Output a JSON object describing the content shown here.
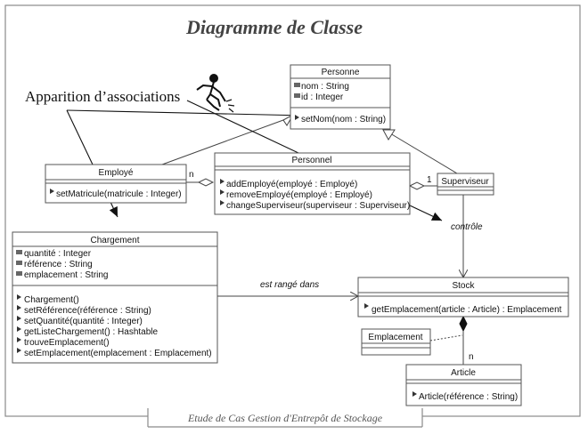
{
  "title": "Diagramme de Classe",
  "footer": "Etude de Cas Gestion d'Entrepôt de Stockage",
  "annotation": "Apparition d’associations",
  "classes": {
    "personne": {
      "name": "Personne",
      "attributes": [
        "nom : String",
        "id : Integer"
      ],
      "operations": [
        "setNom(nom : String)"
      ]
    },
    "employe": {
      "name": "Employé",
      "operations": [
        "setMatricule(matricule : Integer)"
      ]
    },
    "personnel": {
      "name": "Personnel",
      "operations": [
        "addEmployé(employé : Employé)",
        "removeEmployé(employé : Employé)",
        "changeSuperviseur(superviseur : Superviseur)"
      ]
    },
    "superviseur": {
      "name": "Superviseur"
    },
    "chargement": {
      "name": "Chargement",
      "attributes": [
        "quantité : Integer",
        "référence : String",
        "emplacement : String"
      ],
      "operations": [
        "Chargement()",
        "setRéférence(référence : String)",
        "setQuantité(quantité : Integer)",
        "getListeChargement() : Hashtable",
        "trouveEmplacement()",
        "setEmplacement(emplacement : Emplacement)"
      ]
    },
    "stock": {
      "name": "Stock",
      "operations": [
        "getEmplacement(article : Article) : Emplacement"
      ]
    },
    "emplacement": {
      "name": "Emplacement"
    },
    "article": {
      "name": "Article",
      "operations": [
        "Article(référence : String)"
      ]
    }
  },
  "labels": {
    "controle": "contrôle",
    "est_range_dans": "est rangé dans",
    "mult_n_employe": "n",
    "mult_1_superviseur": "1",
    "mult_n_article": "n"
  }
}
